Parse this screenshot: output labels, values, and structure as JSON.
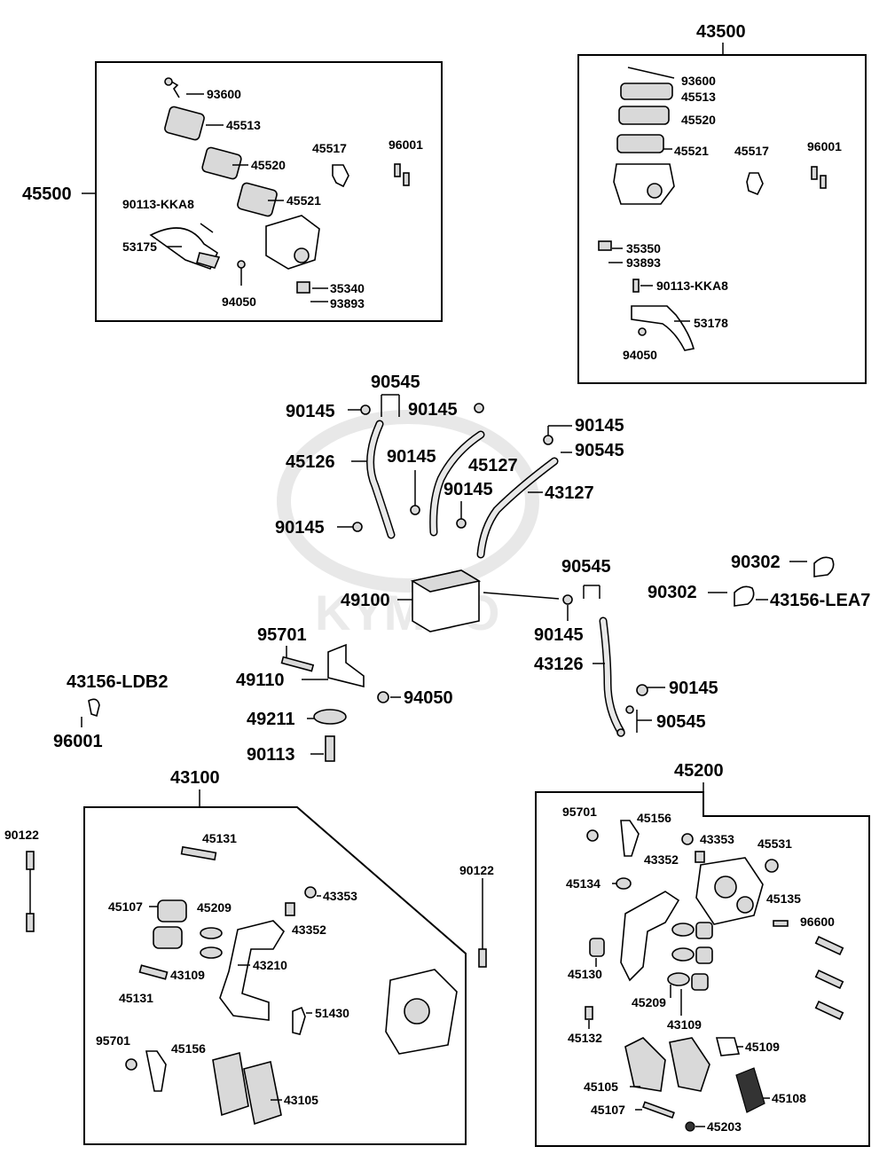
{
  "watermark": "KYMCO",
  "labels": {
    "a43500": "43500",
    "a45500": "45500",
    "a93600": "93600",
    "a45513": "45513",
    "a45520": "45520",
    "a45521": "45521",
    "a45517": "45517",
    "a96001": "96001",
    "a90113KKA8": "90113-KKA8",
    "a53175": "53175",
    "a94050": "94050",
    "a35340": "35340",
    "a93893": "93893",
    "a35350": "35350",
    "a53178": "53178",
    "a90545": "90545",
    "a90145": "90145",
    "a45126": "45126",
    "a45127": "45127",
    "a43127": "43127",
    "a49100": "49100",
    "a90302": "90302",
    "a43156LEA7": "43156-LEA7",
    "a43126": "43126",
    "a95701": "95701",
    "a49110": "49110",
    "a49211": "49211",
    "a90113": "90113",
    "a43156LDB2": "43156-LDB2",
    "a43100": "43100",
    "a45200": "45200",
    "a90122": "90122",
    "a45131": "45131",
    "a45107": "45107",
    "a45209": "45209",
    "a43353": "43353",
    "a43352": "43352",
    "a43210": "43210",
    "a43109": "43109",
    "a51430": "51430",
    "a45156": "45156",
    "a43105": "43105",
    "a45531": "45531",
    "a45134": "45134",
    "a45135": "45135",
    "a96600": "96600",
    "a45130": "45130",
    "a45132": "45132",
    "a45109": "45109",
    "a45105": "45105",
    "a45108": "45108",
    "a45203": "45203"
  }
}
